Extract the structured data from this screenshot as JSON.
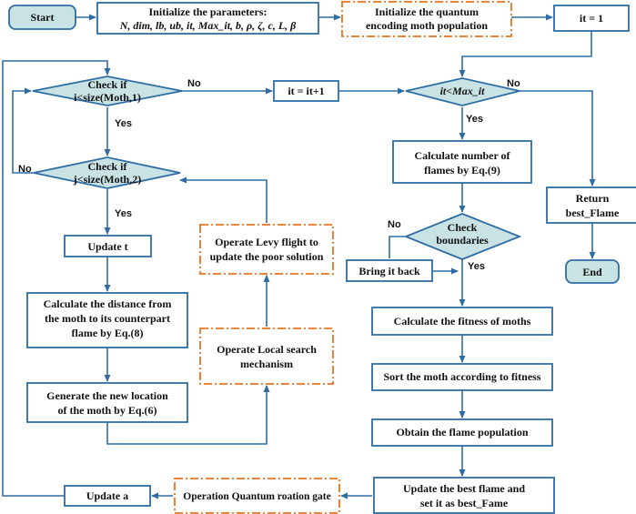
{
  "colors": {
    "line": "#2e6da4",
    "terminal_fill": "#c9e3e5",
    "dashed_border": "#e8731e"
  },
  "nodes": {
    "start": "Start",
    "init_params": [
      "Initialize the parameters:",
      "N, dim, lb, ub, it, Max_it, b, ρ, ζ, c, L, β"
    ],
    "init_population": [
      "Initialize the quantum",
      "encoding moth population"
    ],
    "it_one": "it = 1",
    "check_i": [
      "Check if",
      "i<size(Moth,1)"
    ],
    "it_increment": "it = it+1",
    "it_max": "it<Max_it",
    "check_j": [
      "Check if",
      "j<size(Moth,2)"
    ],
    "num_flames": [
      "Calculate number of",
      "flames by Eq.(9)"
    ],
    "return_best": [
      "Return",
      "best_Flame"
    ],
    "update_t": "Update t",
    "levy_flight": [
      "Operate Levy flight to",
      "update the poor solution"
    ],
    "check_boundaries": [
      "Check",
      "boundaries"
    ],
    "bring_back": "Bring it back",
    "end": "End",
    "calc_distance": [
      "Calculate the distance from",
      "the moth to its  counterpart",
      "flame by Eq.(8)"
    ],
    "fitness": "Calculate the fitness of moths",
    "local_search": [
      "Operate Local search",
      "mechanism"
    ],
    "sort": "Sort the moth according to fitness",
    "new_location": [
      "Generate the new location",
      "of the moth by Eq.(6)"
    ],
    "flame_pop": "Obtain the flame population",
    "update_a": "Update a",
    "quantum_gate": "Operation Quantum roation gate",
    "update_best": [
      "Update the best flame and",
      "set it as best_Fame"
    ]
  },
  "edge_labels": {
    "yes": "Yes",
    "no": "No"
  }
}
